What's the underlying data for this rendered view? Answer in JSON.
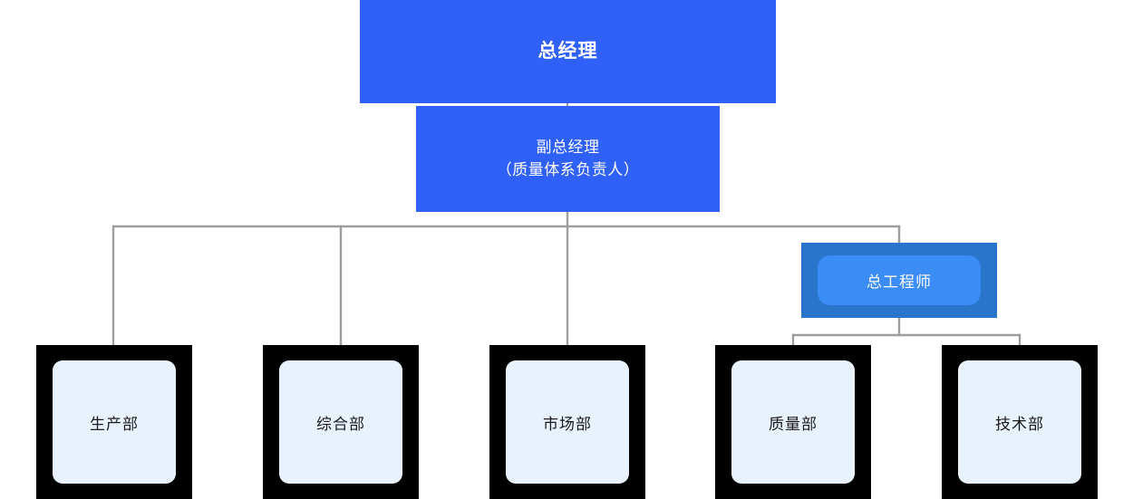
{
  "chart_data": {
    "type": "diagram",
    "diagram_kind": "organizational-chart",
    "title": "",
    "orientation": "top-down",
    "nodes": [
      {
        "id": "gm",
        "label": "总经理",
        "level": 0,
        "style": "solid-blue",
        "bold": true
      },
      {
        "id": "dgm",
        "label_line1": "副总经理",
        "label_line2": "（质量体系负责人）",
        "level": 1,
        "style": "solid-blue",
        "bold": false
      },
      {
        "id": "ce",
        "label": "总工程师",
        "level": 2,
        "style": "framed-blue",
        "bold": false
      },
      {
        "id": "prod",
        "label": "生产部",
        "level": 3,
        "style": "framed-black",
        "bold": false
      },
      {
        "id": "gen",
        "label": "综合部",
        "level": 3,
        "style": "framed-black",
        "bold": false
      },
      {
        "id": "mkt",
        "label": "市场部",
        "level": 3,
        "style": "framed-black",
        "bold": false
      },
      {
        "id": "qa",
        "label": "质量部",
        "level": 3,
        "style": "framed-black",
        "bold": false
      },
      {
        "id": "tech",
        "label": "技术部",
        "level": 3,
        "style": "framed-black",
        "bold": false
      }
    ],
    "edges": [
      {
        "from": "gm",
        "to": "dgm",
        "arrow": false
      },
      {
        "from": "dgm",
        "to": "prod",
        "arrow": true
      },
      {
        "from": "dgm",
        "to": "gen",
        "arrow": true
      },
      {
        "from": "dgm",
        "to": "mkt",
        "arrow": true
      },
      {
        "from": "dgm",
        "to": "ce",
        "arrow": false
      },
      {
        "from": "ce",
        "to": "qa",
        "arrow": true
      },
      {
        "from": "ce",
        "to": "tech",
        "arrow": true
      }
    ],
    "colors": {
      "primary_blue": "#2f60f7",
      "engineer_frame_blue": "#2a75cc",
      "engineer_inner_blue": "#3b8cf5",
      "department_frame": "#000000",
      "department_fill": "#e8f2fd",
      "connector_gray": "#9e9e9e",
      "label_light": "#ffffff",
      "label_dark": "#1a1a1a",
      "background": "#ffffff"
    }
  },
  "nodes": {
    "general_manager": {
      "label": "总经理"
    },
    "deputy_general_manager": {
      "line1": "副总经理",
      "line2": "（质量体系负责人）"
    },
    "chief_engineer": {
      "label": "总工程师"
    },
    "production_dept": {
      "label": "生产部"
    },
    "general_affairs_dept": {
      "label": "综合部"
    },
    "marketing_dept": {
      "label": "市场部"
    },
    "quality_dept": {
      "label": "质量部"
    },
    "technology_dept": {
      "label": "技术部"
    }
  }
}
